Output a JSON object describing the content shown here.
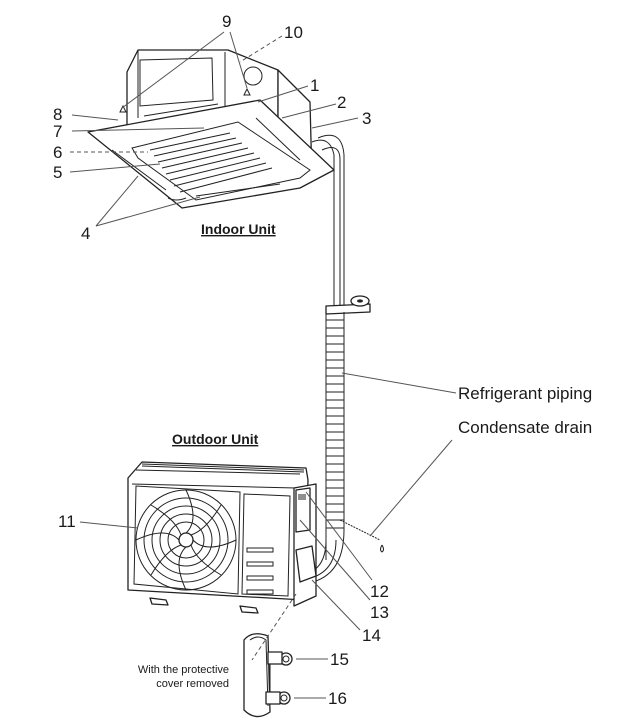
{
  "titles": {
    "indoor": "Indoor Unit",
    "outdoor": "Outdoor Unit"
  },
  "callouts": {
    "c1": "1",
    "c2": "2",
    "c3": "3",
    "c4": "4",
    "c5": "5",
    "c6": "6",
    "c7": "7",
    "c8": "8",
    "c9": "9",
    "c10": "10",
    "c11": "11",
    "c12": "12",
    "c13": "13",
    "c14": "14",
    "c15": "15",
    "c16": "16"
  },
  "labels": {
    "refrigerant_piping": "Refrigerant  piping",
    "condensate_drain": "Condensate drain"
  },
  "note": {
    "line1": "With the protective",
    "line2": "cover removed"
  },
  "colors": {
    "ink": "#1a1a1a",
    "leader": "#555555",
    "background": "#ffffff"
  }
}
